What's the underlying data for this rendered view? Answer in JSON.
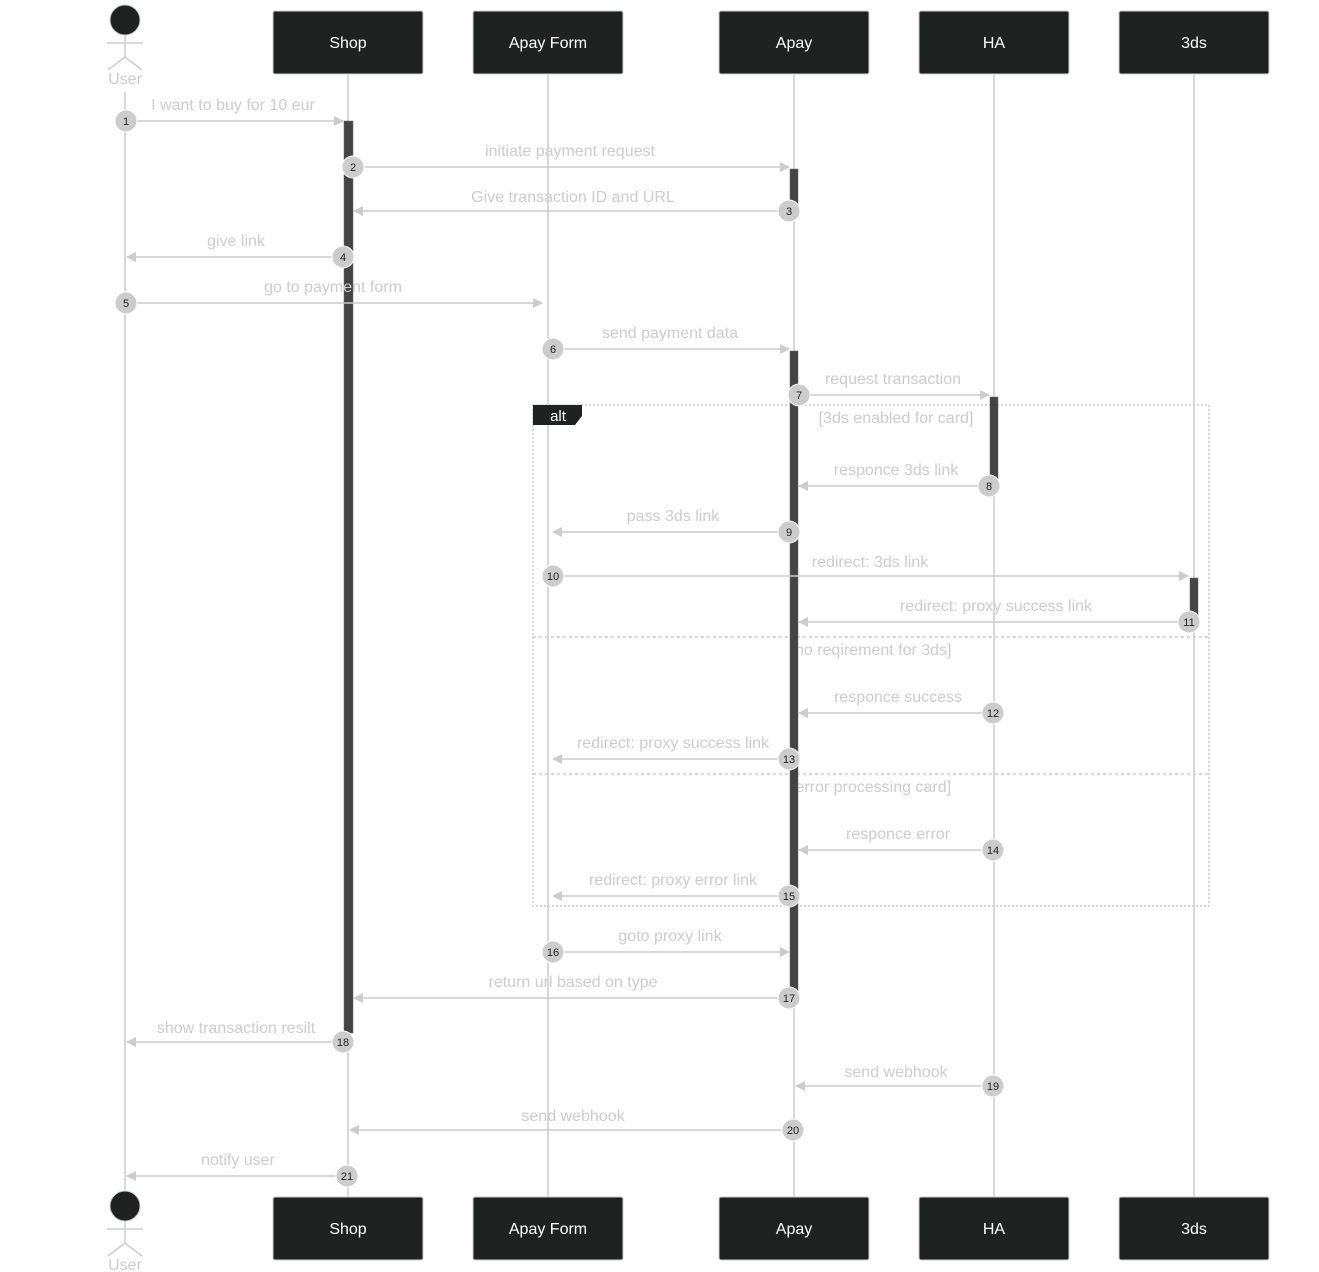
{
  "participants": [
    {
      "id": "user",
      "label": "User",
      "kind": "actor"
    },
    {
      "id": "shop",
      "label": "Shop",
      "kind": "box"
    },
    {
      "id": "form",
      "label": "Apay Form",
      "kind": "box"
    },
    {
      "id": "apay",
      "label": "Apay",
      "kind": "box"
    },
    {
      "id": "ha",
      "label": "HA",
      "kind": "box"
    },
    {
      "id": "3ds",
      "label": "3ds",
      "kind": "box"
    }
  ],
  "messages": [
    {
      "num": "1",
      "from": "user",
      "to": "shop",
      "text": "I want to buy for 10 eur"
    },
    {
      "num": "2",
      "from": "shop",
      "to": "apay",
      "text": "initiate payment request"
    },
    {
      "num": "3",
      "from": "apay",
      "to": "shop",
      "text": "Give transaction ID and URL"
    },
    {
      "num": "4",
      "from": "shop",
      "to": "user",
      "text": "give link"
    },
    {
      "num": "5",
      "from": "user",
      "to": "form",
      "text": "go to payment form"
    },
    {
      "num": "6",
      "from": "form",
      "to": "apay",
      "text": "send payment data"
    },
    {
      "num": "7",
      "from": "apay",
      "to": "ha",
      "text": "request transaction"
    },
    {
      "num": "8",
      "from": "ha",
      "to": "apay",
      "text": "responce 3ds link"
    },
    {
      "num": "9",
      "from": "apay",
      "to": "form",
      "text": "pass 3ds link"
    },
    {
      "num": "10",
      "from": "form",
      "to": "3ds",
      "text": "redirect: 3ds link"
    },
    {
      "num": "11",
      "from": "3ds",
      "to": "apay",
      "text": "redirect: proxy success link"
    },
    {
      "num": "12",
      "from": "ha",
      "to": "apay",
      "text": "responce success"
    },
    {
      "num": "13",
      "from": "apay",
      "to": "form",
      "text": "redirect: proxy success link"
    },
    {
      "num": "14",
      "from": "ha",
      "to": "apay",
      "text": "responce error"
    },
    {
      "num": "15",
      "from": "apay",
      "to": "form",
      "text": "redirect: proxy error link"
    },
    {
      "num": "16",
      "from": "form",
      "to": "apay",
      "text": "goto proxy link"
    },
    {
      "num": "17",
      "from": "apay",
      "to": "shop",
      "text": "return url based on type"
    },
    {
      "num": "18",
      "from": "shop",
      "to": "user",
      "text": "show transaction resilt"
    },
    {
      "num": "19",
      "from": "ha",
      "to": "apay",
      "text": "send webhook"
    },
    {
      "num": "20",
      "from": "apay",
      "to": "shop",
      "text": "send webhook"
    },
    {
      "num": "21",
      "from": "shop",
      "to": "user",
      "text": "notify user"
    }
  ],
  "alt_block": {
    "label": "alt",
    "conditions": [
      "[3ds enabled for card]",
      "[no reqirement for 3ds]",
      "[error processing card]"
    ]
  },
  "colors": {
    "actor_box": "#202222",
    "lifeline": "#cccccc",
    "message": "#cccccc",
    "activation": "#444444",
    "number_badge": "#cccccc"
  }
}
